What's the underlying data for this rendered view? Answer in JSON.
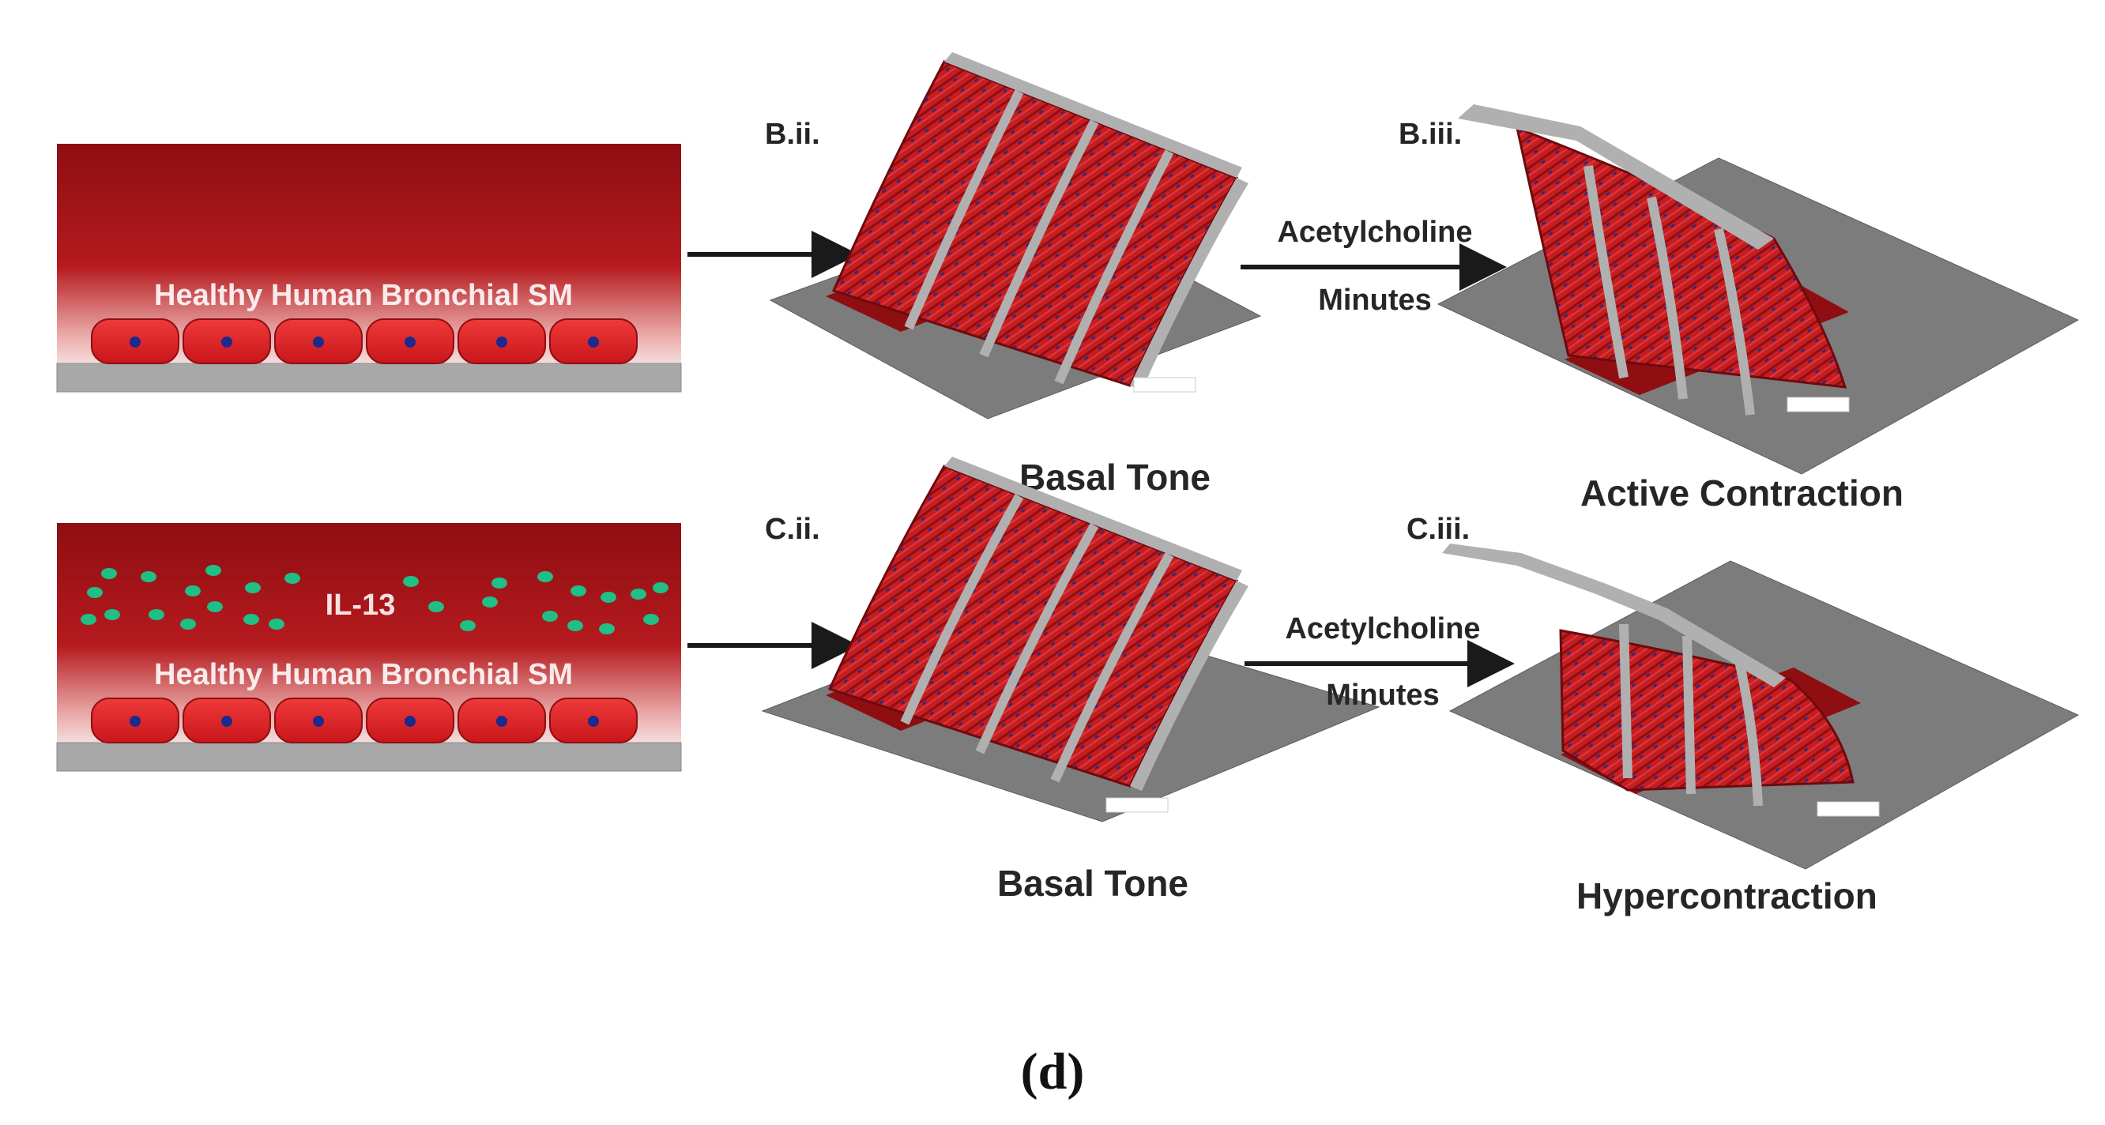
{
  "panels": {
    "healthy": {
      "box_label": "Healthy Human Bronchial SM"
    },
    "il13": {
      "cytokine_label": "IL-13",
      "box_label": "Healthy Human Bronchial SM"
    }
  },
  "rows": [
    {
      "stage2_label": "B.ii.",
      "stage2_caption": "Basal Tone",
      "stimulus": "Acetylcholine",
      "duration": "Minutes",
      "stage3_label": "B.iii.",
      "stage3_caption": "Active Contraction"
    },
    {
      "stage2_label": "C.ii.",
      "stage2_caption": "Basal Tone",
      "stimulus": "Acetylcholine",
      "duration": "Minutes",
      "stage3_label": "C.iii.",
      "stage3_caption": "Hypercontraction"
    }
  ],
  "subfigure_label": "(d)",
  "colors": {
    "tissue_dark": "#8e0e12",
    "tissue_mid": "#c41e22",
    "cell": "#e8262a",
    "nucleus": "#1b2a8c",
    "il13_dot": "#1fbf85",
    "substrate": "#7c7c7c",
    "film": "#b0b0b0"
  }
}
